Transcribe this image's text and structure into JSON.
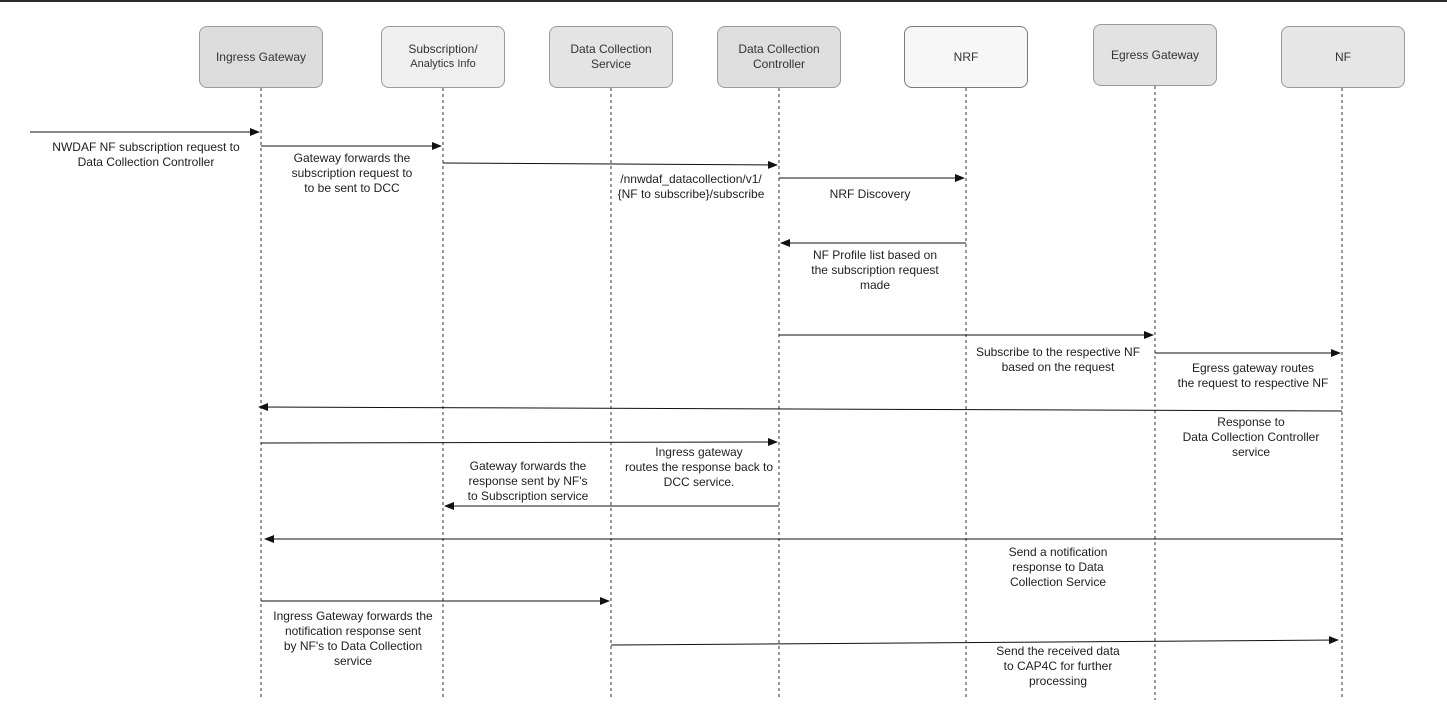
{
  "participants": [
    {
      "id": "ingress",
      "label": "Ingress Gateway",
      "fill": "#dcdcdc"
    },
    {
      "id": "subscription",
      "label": "Subscription/",
      "sublabel": "Analytics Info",
      "fill": "#efefef"
    },
    {
      "id": "dcs",
      "label": "Data Collection\nService",
      "fill": "#e4e4e4"
    },
    {
      "id": "dcc",
      "label": "Data Collection\nController",
      "fill": "#dedede"
    },
    {
      "id": "nrf",
      "label": "NRF",
      "fill": "#f7f7f7"
    },
    {
      "id": "egress",
      "label": "Egress Gateway",
      "fill": "#e2e2e2"
    },
    {
      "id": "nf",
      "label": "NF",
      "fill": "#e6e6e6"
    }
  ],
  "messages": [
    {
      "id": "m1",
      "text": "NWDAF NF subscription request to\nData Collection Controller"
    },
    {
      "id": "m2",
      "text": "Gateway forwards the\nsubscription request to\nto be sent to DCC"
    },
    {
      "id": "m3",
      "text": "/nnwdaf_datacollection/v1/\n{NF to subscribe}/subscribe"
    },
    {
      "id": "m4",
      "text": "NRF Discovery"
    },
    {
      "id": "m5",
      "text": "NF Profile list based on\nthe subscription request\nmade"
    },
    {
      "id": "m6",
      "text": "Subscribe to the respective NF\nbased on the request"
    },
    {
      "id": "m7",
      "text": "Egress gateway routes\nthe request to respective NF"
    },
    {
      "id": "m8",
      "text": "Response to\nData Collection Controller\nservice"
    },
    {
      "id": "m9",
      "text": "Ingress gateway\nroutes the response back to\nDCC service."
    },
    {
      "id": "m10",
      "text": "Gateway forwards the\nresponse sent by NF's\nto Subscription service"
    },
    {
      "id": "m11",
      "text": "Send a notification\nresponse to Data\nCollection Service"
    },
    {
      "id": "m12",
      "text": "Ingress Gateway forwards the\nnotification response sent\nby NF's to Data Collection\nservice"
    },
    {
      "id": "m13",
      "text": "Send the received data\nto CAP4C for further\nprocessing"
    }
  ]
}
